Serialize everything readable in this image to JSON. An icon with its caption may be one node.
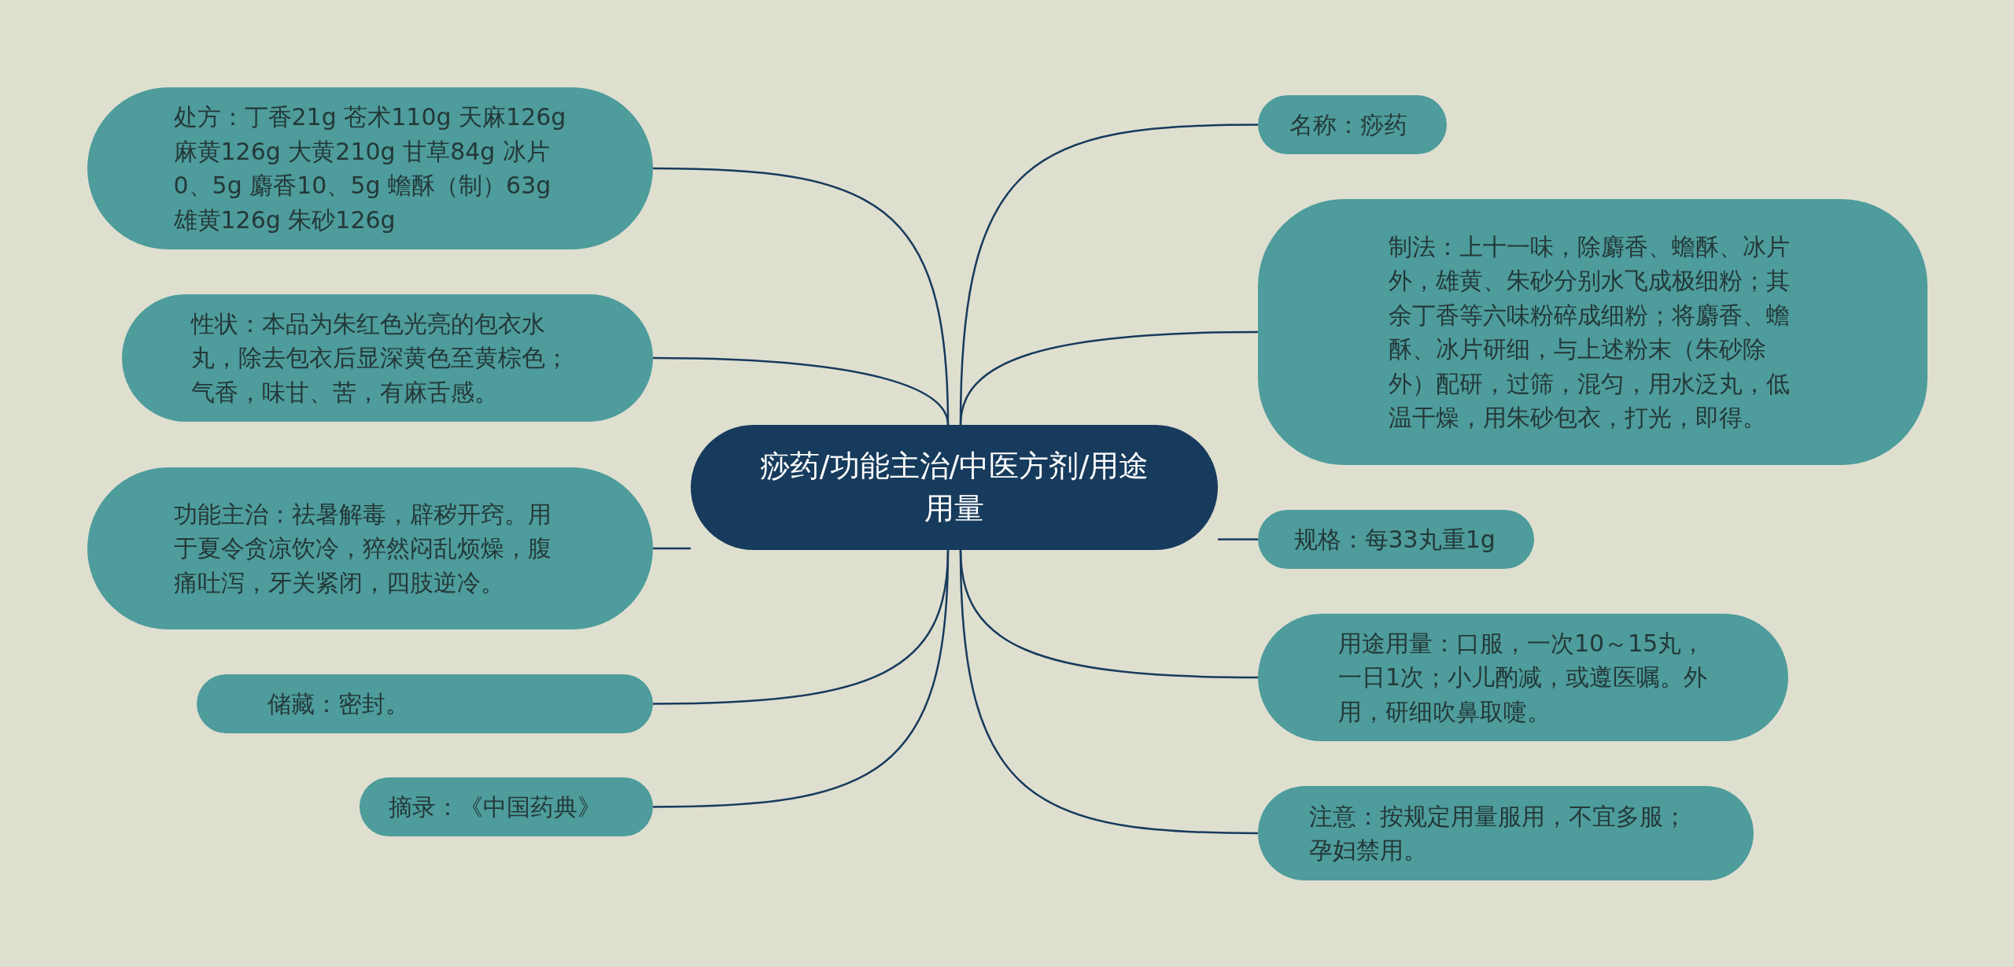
{
  "diagram": {
    "nodes": [
      {
        "text": [
          "痧药/功能主治/中医方剂/用途用量"
        ]
      },
      {
        "text": [
          "处方：丁香21g 苍术110g 天麻126g 麻黄126g 大黄210g 甘草84g 冰片0、5g 麝香10、5g 蟾酥（制）63g 雄黄126g 朱砂126g"
        ]
      },
      {
        "text": [
          "性状：本品为朱红色光亮的包衣水丸，除去包衣后显深黄色至黄棕色；气香，味甘、苦，有麻舌感。"
        ]
      },
      {
        "text": [
          "功能主治：祛暑解毒，辟秽开窍。用于夏令贪凉饮冷，猝然闷乱烦燥，腹痛吐泻，牙关紧闭，四肢逆冷。"
        ]
      },
      {
        "text": [
          "储藏：密封。"
        ]
      },
      {
        "text": [
          "摘录：《中国药典》"
        ]
      },
      {
        "text": [
          "名称：痧药"
        ]
      },
      {
        "text": [
          "制法：上十一味，除麝香、蟾酥、冰片外，雄黄、朱砂分别水飞成极细粉；其余丁香等六味粉碎成细粉；将麝香、蟾酥、冰片研细，与上述粉末（朱砂除外）配研，过筛，混匀，用水泛丸，低温干燥，用朱砂包衣，打光，即得。"
        ]
      },
      {
        "text": [
          "规格：每33丸重1g"
        ]
      },
      {
        "text": [
          "用途用量：口服，一次10～15丸，一日1次；小儿酌减，或遵医嘱。外用，研细吹鼻取嚏。"
        ]
      },
      {
        "text": [
          "注意：按规定用量服用，不宜多服；孕妇禁用。"
        ]
      }
    ],
    "edges": [
      {
        "from": 0,
        "to": 1,
        "arrow": "none"
      },
      {
        "from": 0,
        "to": 2,
        "arrow": "none"
      },
      {
        "from": 0,
        "to": 3,
        "arrow": "none"
      },
      {
        "from": 0,
        "to": 4,
        "arrow": "none"
      },
      {
        "from": 0,
        "to": 5,
        "arrow": "none"
      },
      {
        "from": 0,
        "to": 6,
        "arrow": "none"
      },
      {
        "from": 0,
        "to": 7,
        "arrow": "none"
      },
      {
        "from": 0,
        "to": 8,
        "arrow": "none"
      },
      {
        "from": 0,
        "to": 9,
        "arrow": "none"
      },
      {
        "from": 0,
        "to": 10,
        "arrow": "none"
      }
    ]
  }
}
